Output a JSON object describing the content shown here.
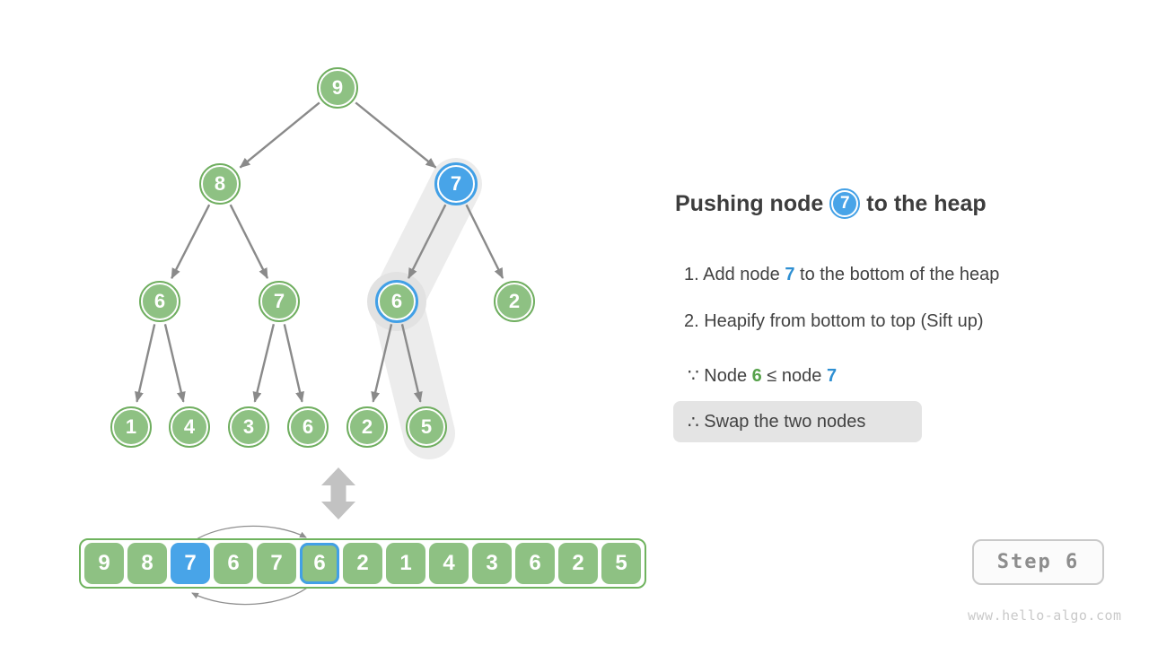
{
  "panel": {
    "title_prefix": "Pushing node",
    "title_node": "7",
    "title_suffix": "to the heap",
    "step1": {
      "prefix": "1. Add node ",
      "node": "7",
      "suffix": " to the bottom of the heap"
    },
    "step2": {
      "text": "2. Heapify from bottom to top (Sift up)"
    },
    "because": {
      "symbol": "∵",
      "t1": " Node ",
      "green": "6",
      "t2": " ≤ node ",
      "blue": "7"
    },
    "therefore": {
      "symbol": "∴",
      "text": " Swap the two nodes"
    }
  },
  "tree": {
    "nodes": [
      {
        "value": "9",
        "state": "normal"
      },
      {
        "value": "8",
        "state": "normal"
      },
      {
        "value": "7",
        "state": "inserted"
      },
      {
        "value": "6",
        "state": "normal"
      },
      {
        "value": "7",
        "state": "normal"
      },
      {
        "value": "6",
        "state": "compare"
      },
      {
        "value": "2",
        "state": "normal"
      },
      {
        "value": "1",
        "state": "normal"
      },
      {
        "value": "4",
        "state": "normal"
      },
      {
        "value": "3",
        "state": "normal"
      },
      {
        "value": "6",
        "state": "normal"
      },
      {
        "value": "2",
        "state": "normal"
      },
      {
        "value": "5",
        "state": "normal"
      }
    ],
    "edges": [
      [
        0,
        1
      ],
      [
        0,
        2
      ],
      [
        1,
        3
      ],
      [
        1,
        4
      ],
      [
        2,
        5
      ],
      [
        2,
        6
      ],
      [
        3,
        7
      ],
      [
        3,
        8
      ],
      [
        4,
        9
      ],
      [
        4,
        10
      ],
      [
        5,
        11
      ],
      [
        5,
        12
      ]
    ]
  },
  "array": {
    "values": [
      "9",
      "8",
      "7",
      "6",
      "7",
      "6",
      "2",
      "1",
      "4",
      "3",
      "6",
      "2",
      "5"
    ],
    "inserted_index": 2,
    "compare_index": 5,
    "swap_indices": [
      2,
      5
    ]
  },
  "footer": {
    "step_label": "Step 6",
    "watermark": "www.hello-algo.com"
  },
  "colors": {
    "node_green": "#8ec183",
    "node_green_border": "#6fae5f",
    "node_blue": "#48a4e8",
    "node_blue_border": "#42a0e6",
    "text_blue": "#2e8fd2",
    "text_green": "#57a24b",
    "edge_gray": "#8a8a8a",
    "highlight_band": "#ececec"
  }
}
